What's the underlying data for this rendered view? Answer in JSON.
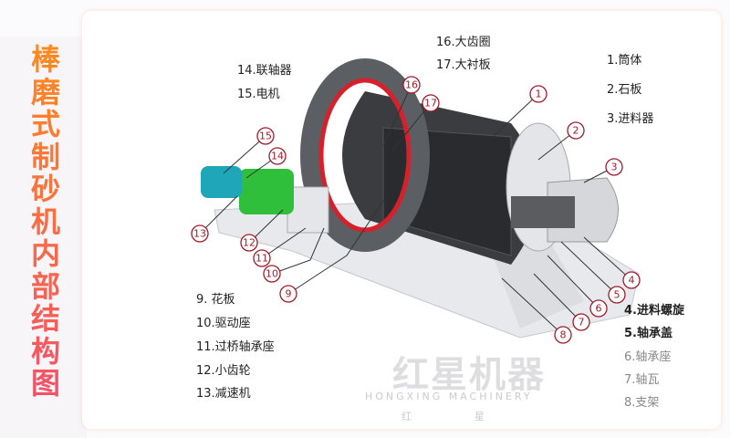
{
  "title": "棒磨式制砂机内部结构图",
  "watermark": {
    "brand": "红星机器",
    "brand_en": "HONGXING MACHINERY",
    "sub_left": "红",
    "sub_right": "星"
  },
  "labels": {
    "top": [
      "16.大齿圈",
      "17.大衬板"
    ],
    "upper_left": [
      "14.联轴器",
      "15.电机"
    ],
    "upper_right": [
      "1.筒体",
      "2.石板",
      "3.进料器"
    ],
    "lower_left": [
      "9. 花板",
      "10.驱动座",
      "11.过桥轴承座",
      "12.小齿轮",
      "13.减速机"
    ],
    "lower_right": [
      "4.进料螺旋",
      "5.轴承盖",
      "6.轴承座",
      "7.轴瓦",
      "8.支架"
    ]
  },
  "callouts": [
    "1",
    "2",
    "3",
    "4",
    "5",
    "6",
    "7",
    "8",
    "9",
    "10",
    "11",
    "12",
    "13",
    "14",
    "15",
    "16",
    "17"
  ],
  "colors": {
    "title_top": "#ff8a1c",
    "title_bottom": "#f4506a",
    "callout": "#a01c2c",
    "gear": "#d8202c",
    "motor": "#1fa6b8",
    "reducer": "#2fbf3a"
  }
}
